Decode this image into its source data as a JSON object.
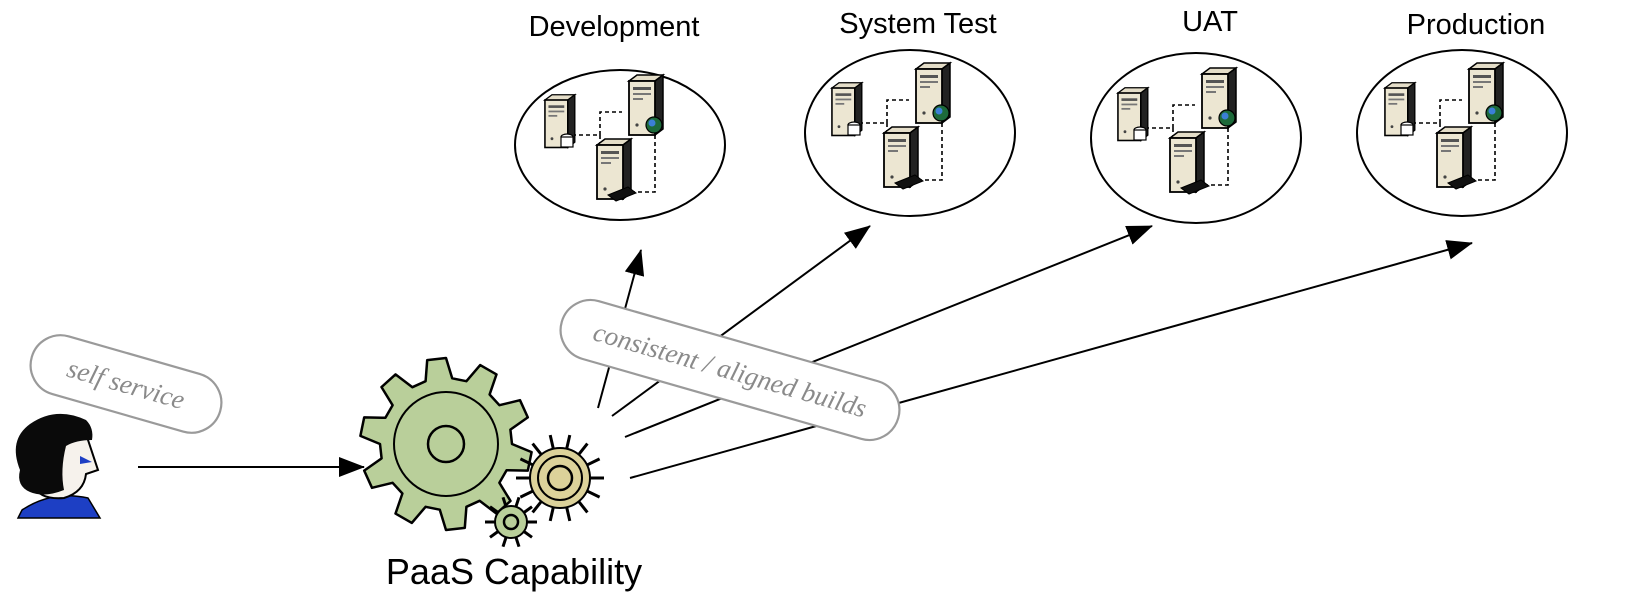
{
  "user": {
    "icon": "person-icon"
  },
  "paas": {
    "label": "PaaS Capability",
    "icon": "gears-icon"
  },
  "callouts": {
    "self_service": "self service",
    "builds": "consistent / aligned builds"
  },
  "environments": [
    {
      "name": "Development"
    },
    {
      "name": "System Test"
    },
    {
      "name": "UAT"
    },
    {
      "name": "Production"
    }
  ],
  "server_icons": [
    "database-server-icon",
    "web-server-icon",
    "workstation-server-icon"
  ],
  "colors": {
    "gear_large": "#b9cf9a",
    "gear_small": "#dcd29a",
    "callout_text": "#8a8a8a",
    "person_shirt": "#1d3fc4"
  }
}
